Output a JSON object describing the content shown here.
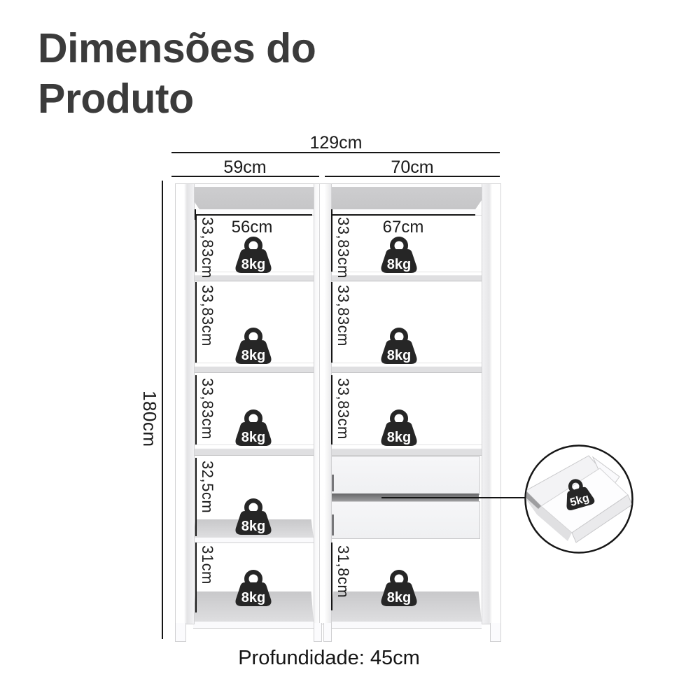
{
  "title": {
    "text": "Dimensões do Produto"
  },
  "top_dims": {
    "total": "129cm",
    "left_module": "59cm",
    "right_module": "70cm"
  },
  "inner_widths": {
    "left": "56cm",
    "right": "67cm"
  },
  "height_dim": "180cm",
  "left_column": {
    "row_heights": [
      "33,83cm",
      "33,83cm",
      "33,83cm",
      "32,5cm",
      "31cm"
    ]
  },
  "right_column": {
    "row_heights": [
      "33,83cm",
      "33,83cm",
      "33,83cm",
      "31,8cm"
    ]
  },
  "weights": {
    "shelf_capacity": "8kg",
    "drawer_capacity": "5kg"
  },
  "footer": {
    "depth": "Profundidade: 45cm"
  },
  "colors": {
    "title": "#3b3b3b",
    "dimension_line": "#151515",
    "weight_icon": "#262626",
    "frame_shade": "#cdcdcf",
    "background": "#ffffff"
  }
}
